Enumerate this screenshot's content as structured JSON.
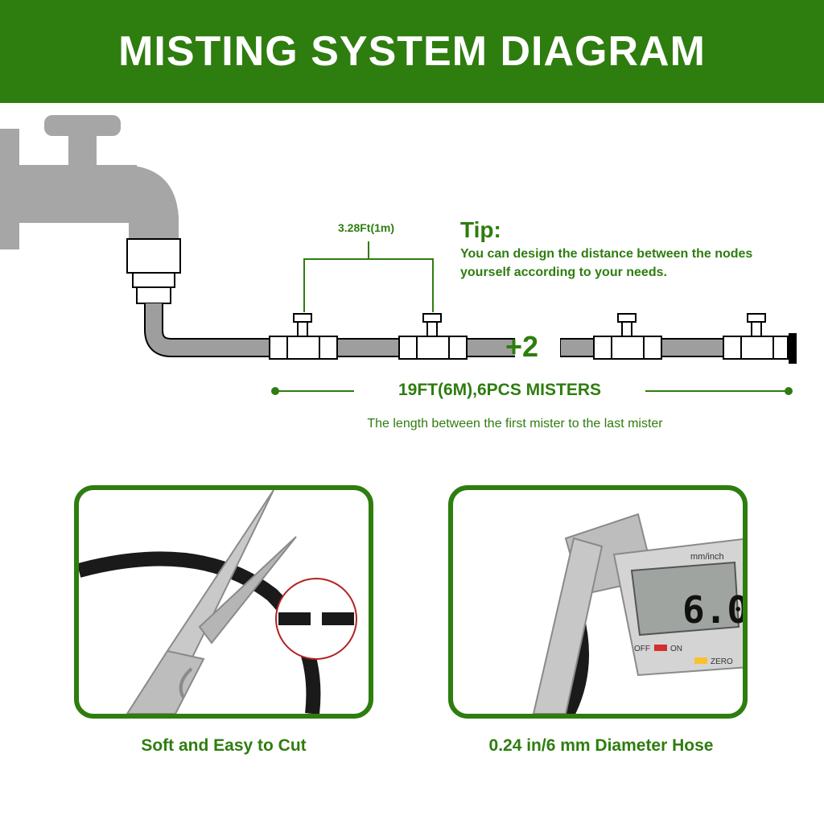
{
  "header": {
    "title": "MISTING SYSTEM DIAGRAM"
  },
  "tip": {
    "heading": "Tip:",
    "body": "You can design the distance between the nodes yourself according to your needs."
  },
  "diagram": {
    "spacing_label": "3.28Ft(1m)",
    "plus_label": "+2",
    "length_label": "19FT(6M),6PCS MISTERS",
    "length_caption": "The length between the first mister to the last mister"
  },
  "features": [
    {
      "caption": "Soft and Easy to Cut"
    },
    {
      "caption": "0.24 in/6 mm Diameter Hose"
    }
  ],
  "caliper": {
    "unit_label": "mm/inch",
    "display_value": "6.0",
    "off_label": "OFF",
    "on_label": "ON",
    "zero_label": "ZERO"
  },
  "colors": {
    "brand_green": "#2e7d0f",
    "faucet_gray": "#a6a6a6",
    "hose_gray": "#9e9e9e"
  }
}
